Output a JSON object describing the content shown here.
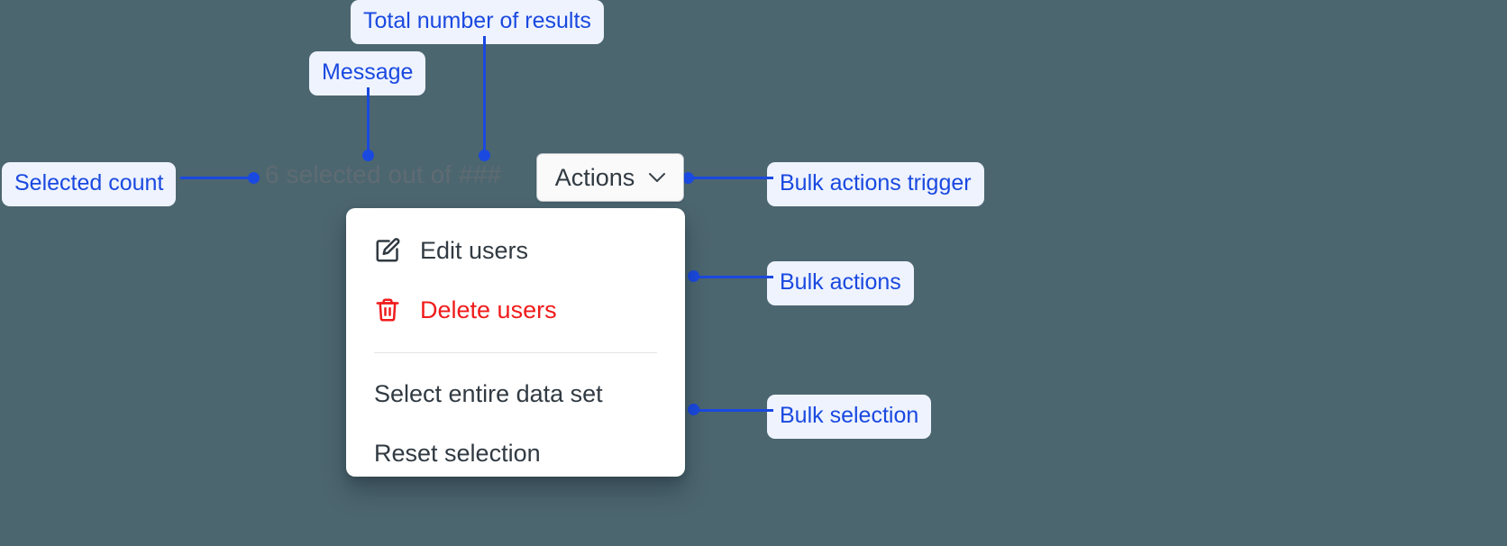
{
  "page": {
    "background_color": "#4c6670",
    "accent_color": "#1a49e0",
    "callout_bg": "#eef3fe",
    "danger_color": "#f01b1b"
  },
  "selection": {
    "message": "6 selected out of ###",
    "selected_count": "6",
    "total_results": "###"
  },
  "trigger": {
    "label": "Actions",
    "chevron_icon": "chevron-down-icon"
  },
  "menu": {
    "bulk_actions": [
      {
        "label": "Edit users",
        "icon": "edit-pencil-icon",
        "danger": false
      },
      {
        "label": "Delete users",
        "icon": "trash-icon",
        "danger": true
      }
    ],
    "bulk_selection": [
      {
        "label": "Select entire data set"
      },
      {
        "label": "Reset selection"
      }
    ]
  },
  "annotations": [
    {
      "id": "total-number-of-results",
      "label": "Total number of results"
    },
    {
      "id": "message",
      "label": "Message"
    },
    {
      "id": "selected-count",
      "label": "Selected count"
    },
    {
      "id": "bulk-actions-trigger",
      "label": "Bulk actions trigger"
    },
    {
      "id": "bulk-actions",
      "label": "Bulk actions"
    },
    {
      "id": "bulk-selection",
      "label": "Bulk selection"
    }
  ]
}
